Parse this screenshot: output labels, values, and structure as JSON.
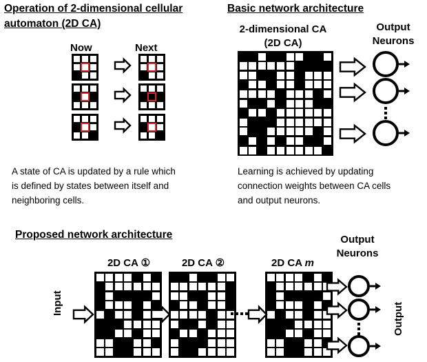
{
  "operation": {
    "heading_line1": "Operation of 2-dimensional  cellular",
    "heading_line2": "automaton (2D CA)",
    "now_label": "Now",
    "next_label": "Next",
    "description_lines": [
      "A state of CA is updated by a rule which",
      "is defined by states between itself and",
      "neighboring cells."
    ]
  },
  "basic": {
    "heading": "Basic network architecture",
    "ca_label_line1": "2-dimensional CA",
    "ca_label_line2": "(2D CA)",
    "output_line1": "Output",
    "output_line2": "Neurons",
    "description_lines": [
      "Learning is achieved by updating",
      "connection weights between CA cells",
      "and output neurons."
    ]
  },
  "proposed": {
    "heading": "Proposed network architecture",
    "ca_labels": [
      "2D CA ①",
      "2D CA ②",
      "2D CA "
    ],
    "ca_last_suffix": "m",
    "output_line1": "Output",
    "output_line2": "Neurons",
    "input_label": "Input",
    "output_label": "Output"
  }
}
